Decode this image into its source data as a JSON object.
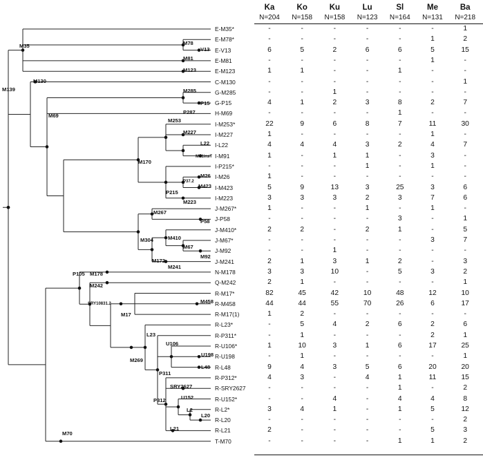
{
  "columns": [
    {
      "name": "Ka",
      "n": "N=204"
    },
    {
      "name": "Ko",
      "n": "N=158"
    },
    {
      "name": "Ku",
      "n": "N=158"
    },
    {
      "name": "Lu",
      "n": "N=123"
    },
    {
      "name": "Sl",
      "n": "N=164"
    },
    {
      "name": "Me",
      "n": "N=131"
    },
    {
      "name": "Ba",
      "n": "N=218"
    }
  ],
  "rows": [
    {
      "label": "E-M35*",
      "values": [
        "-",
        "-",
        "-",
        "-",
        "-",
        "-",
        "1"
      ]
    },
    {
      "label": "E-M78*",
      "values": [
        "-",
        "-",
        "-",
        "-",
        "-",
        "1",
        "2"
      ]
    },
    {
      "label": "E-V13",
      "values": [
        "6",
        "5",
        "2",
        "6",
        "6",
        "5",
        "15"
      ]
    },
    {
      "label": "E-M81",
      "values": [
        "-",
        "-",
        "-",
        "-",
        "-",
        "1",
        "-"
      ]
    },
    {
      "label": "E-M123",
      "values": [
        "1",
        "1",
        "-",
        "-",
        "1",
        "-",
        "-"
      ]
    },
    {
      "label": "C-M130",
      "values": [
        "-",
        "-",
        "-",
        "-",
        "-",
        "-",
        "1"
      ]
    },
    {
      "label": "G-M285",
      "values": [
        "-",
        "-",
        "1",
        "-",
        "-",
        "-",
        "-"
      ]
    },
    {
      "label": "G-P15",
      "values": [
        "4",
        "1",
        "2",
        "3",
        "8",
        "2",
        "7"
      ]
    },
    {
      "label": "H-M69",
      "values": [
        "-",
        "-",
        "-",
        "-",
        "1",
        "-",
        "-"
      ]
    },
    {
      "label": "I-M253*",
      "values": [
        "22",
        "9",
        "6",
        "8",
        "7",
        "11",
        "30"
      ]
    },
    {
      "label": "I-M227",
      "values": [
        "1",
        "-",
        "-",
        "-",
        "-",
        "1",
        "-"
      ]
    },
    {
      "label": "I-L22",
      "values": [
        "4",
        "4",
        "4",
        "3",
        "2",
        "4",
        "7"
      ]
    },
    {
      "label": "I-M91",
      "values": [
        "1",
        "-",
        "1",
        "1",
        "-",
        "3",
        "-"
      ]
    },
    {
      "label": "I-P215*",
      "values": [
        "-",
        "-",
        "-",
        "1",
        "-",
        "1",
        "-"
      ]
    },
    {
      "label": "I-M26",
      "values": [
        "1",
        "-",
        "-",
        "-",
        "-",
        "-",
        "-"
      ]
    },
    {
      "label": "I-M423",
      "values": [
        "5",
        "9",
        "13",
        "3",
        "25",
        "3",
        "6"
      ]
    },
    {
      "label": "I-M223",
      "values": [
        "3",
        "3",
        "3",
        "2",
        "3",
        "7",
        "6"
      ]
    },
    {
      "label": "J-M267*",
      "values": [
        "1",
        "-",
        "-",
        "1",
        "-",
        "1",
        "-"
      ]
    },
    {
      "label": "J-P58",
      "values": [
        "-",
        "-",
        "-",
        "-",
        "3",
        "-",
        "1"
      ]
    },
    {
      "label": "J-M410*",
      "values": [
        "2",
        "2",
        "-",
        "2",
        "1",
        "-",
        "5"
      ]
    },
    {
      "label": "J-M67*",
      "values": [
        "-",
        "-",
        "-",
        "-",
        "-",
        "3",
        "7"
      ]
    },
    {
      "label": "J-M92",
      "values": [
        "-",
        "-",
        "1",
        "-",
        "-",
        "-",
        "-"
      ]
    },
    {
      "label": "J-M241",
      "values": [
        "2",
        "1",
        "3",
        "1",
        "2",
        "-",
        "3"
      ]
    },
    {
      "label": "N-M178",
      "values": [
        "3",
        "3",
        "10",
        "-",
        "5",
        "3",
        "2"
      ]
    },
    {
      "label": "Q-M242",
      "values": [
        "2",
        "1",
        "-",
        "-",
        "-",
        "-",
        "1"
      ]
    },
    {
      "label": "R-M17*",
      "values": [
        "82",
        "45",
        "42",
        "10",
        "48",
        "12",
        "10"
      ]
    },
    {
      "label": "R-M458",
      "values": [
        "44",
        "44",
        "55",
        "70",
        "26",
        "6",
        "17"
      ]
    },
    {
      "label": "R-M17(1)",
      "values": [
        "1",
        "2",
        "-",
        "-",
        "-",
        "-",
        "-"
      ]
    },
    {
      "label": "R-L23*",
      "values": [
        "-",
        "5",
        "4",
        "2",
        "6",
        "2",
        "6"
      ]
    },
    {
      "label": "R-P311*",
      "values": [
        "-",
        "1",
        "-",
        "-",
        "-",
        "2",
        "1"
      ]
    },
    {
      "label": "R-U106*",
      "values": [
        "1",
        "10",
        "3",
        "1",
        "6",
        "17",
        "25"
      ]
    },
    {
      "label": "R-U198",
      "values": [
        "-",
        "1",
        "-",
        "-",
        "-",
        "-",
        "1"
      ]
    },
    {
      "label": "R-L48",
      "values": [
        "9",
        "4",
        "3",
        "5",
        "6",
        "20",
        "20"
      ]
    },
    {
      "label": "R-P312*",
      "values": [
        "4",
        "3",
        "-",
        "4",
        "1",
        "11",
        "15"
      ]
    },
    {
      "label": "R-SRY2627",
      "values": [
        "-",
        "-",
        "-",
        "-",
        "1",
        "-",
        "2"
      ]
    },
    {
      "label": "R-U152*",
      "values": [
        "-",
        "-",
        "4",
        "-",
        "4",
        "4",
        "8"
      ]
    },
    {
      "label": "R-L2*",
      "values": [
        "3",
        "4",
        "1",
        "-",
        "1",
        "5",
        "12"
      ]
    },
    {
      "label": "R-L20",
      "values": [
        "-",
        "-",
        "-",
        "-",
        "-",
        "-",
        "2"
      ]
    },
    {
      "label": "R-L21",
      "values": [
        "2",
        "-",
        "-",
        "-",
        "-",
        "5",
        "3"
      ]
    },
    {
      "label": "T-M70",
      "values": [
        "-",
        "-",
        "-",
        "-",
        "1",
        "1",
        "2"
      ]
    }
  ],
  "nodes": [
    {
      "id": "m139",
      "label": "M139"
    },
    {
      "id": "m35",
      "label": "M35"
    },
    {
      "id": "m78",
      "label": "M78"
    },
    {
      "id": "v13",
      "label": "V13"
    },
    {
      "id": "m81",
      "label": "M81"
    },
    {
      "id": "m123",
      "label": "M123"
    },
    {
      "id": "m130",
      "label": "M130"
    },
    {
      "id": "m285",
      "label": "M285"
    },
    {
      "id": "p15",
      "label": "P15"
    },
    {
      "id": "p287",
      "label": "P287"
    },
    {
      "id": "m69",
      "label": "M69"
    },
    {
      "id": "m253",
      "label": "M253"
    },
    {
      "id": "m227",
      "label": "M227"
    },
    {
      "id": "l22",
      "label": "L22"
    },
    {
      "id": "m91inst",
      "label": "M91insT"
    },
    {
      "id": "m170",
      "label": "M170"
    },
    {
      "id": "p37",
      "label": "P37.2"
    },
    {
      "id": "m26",
      "label": "M26"
    },
    {
      "id": "m423",
      "label": "M423"
    },
    {
      "id": "p215",
      "label": "P215"
    },
    {
      "id": "m223",
      "label": "M223"
    },
    {
      "id": "m267",
      "label": "M267"
    },
    {
      "id": "p58",
      "label": "P58"
    },
    {
      "id": "m304",
      "label": "M304"
    },
    {
      "id": "m410",
      "label": "M410"
    },
    {
      "id": "m67",
      "label": "M67"
    },
    {
      "id": "m92",
      "label": "M92"
    },
    {
      "id": "m172",
      "label": "M172"
    },
    {
      "id": "m241",
      "label": "M241"
    },
    {
      "id": "p105",
      "label": "P105"
    },
    {
      "id": "m178",
      "label": "M178"
    },
    {
      "id": "m242",
      "label": "M242"
    },
    {
      "id": "sry",
      "label": "SRY10831.2"
    },
    {
      "id": "m17",
      "label": "M17"
    },
    {
      "id": "m458",
      "label": "M458"
    },
    {
      "id": "l23",
      "label": "L23"
    },
    {
      "id": "m269",
      "label": "M269"
    },
    {
      "id": "u106",
      "label": "U106"
    },
    {
      "id": "u198",
      "label": "U198"
    },
    {
      "id": "l48",
      "label": "L48"
    },
    {
      "id": "p311",
      "label": "P311"
    },
    {
      "id": "sry2627",
      "label": "SRY2627"
    },
    {
      "id": "p312",
      "label": "P312"
    },
    {
      "id": "u152",
      "label": "U152"
    },
    {
      "id": "l2",
      "label": "L2"
    },
    {
      "id": "l20",
      "label": "L20"
    },
    {
      "id": "l21",
      "label": "L21"
    },
    {
      "id": "m70",
      "label": "M70"
    }
  ]
}
